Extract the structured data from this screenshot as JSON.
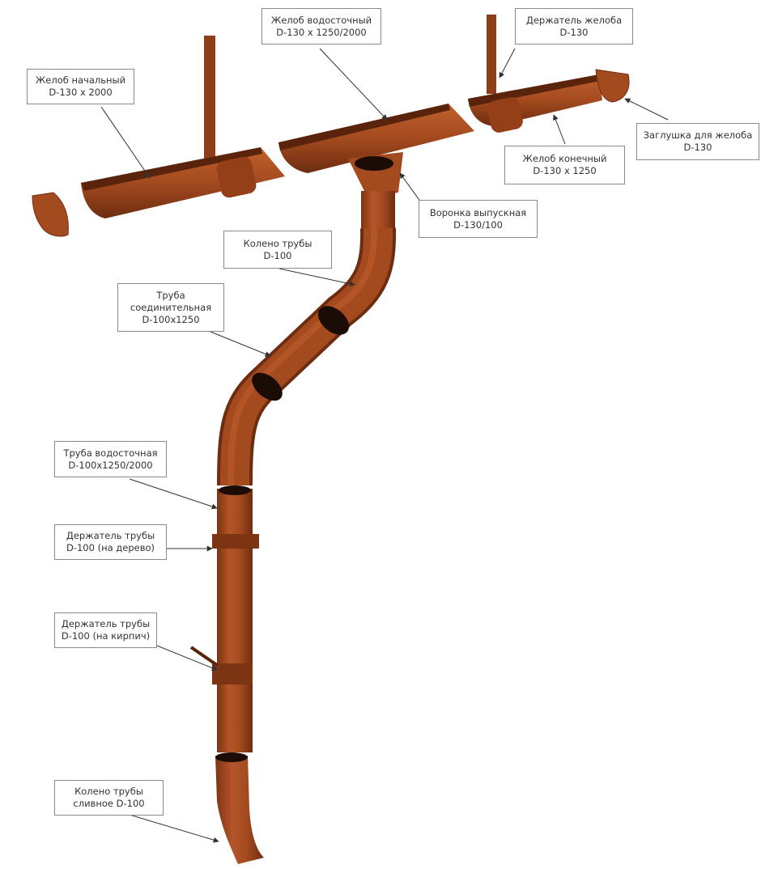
{
  "colors": {
    "gutter": "#a34a1f",
    "gutter_dark": "#7c3412",
    "gutter_light": "#c0602d",
    "inner": "#1b0c06",
    "leader": "#333333"
  },
  "labels": {
    "start_gutter": [
      "Желоб начальный",
      "D-130 х 2000"
    ],
    "main_gutter": [
      "Желоб водосточный",
      "D-130 х 1250/2000"
    ],
    "gutter_holder": [
      "Держатель желоба",
      "D-130"
    ],
    "end_cap": [
      "Заглушка для желоба",
      "D-130"
    ],
    "end_gutter": [
      "Желоб конечный",
      "D-130 х 1250"
    ],
    "funnel": [
      "Воронка выпускная",
      "D-130/100"
    ],
    "elbow_top": [
      "Колено трубы",
      "D-100"
    ],
    "connecting_pipe": [
      "Труба",
      "соединительная",
      "D-100x1250"
    ],
    "drain_pipe": [
      "Труба водосточная",
      "D-100x1250/2000"
    ],
    "holder_wood": [
      "Держатель трубы",
      "D-100 (на дерево)"
    ],
    "holder_brick": [
      "Держатель трубы",
      "D-100 (на кирпич)"
    ],
    "elbow_outlet": [
      "Колено трубы",
      "сливное D-100"
    ]
  }
}
